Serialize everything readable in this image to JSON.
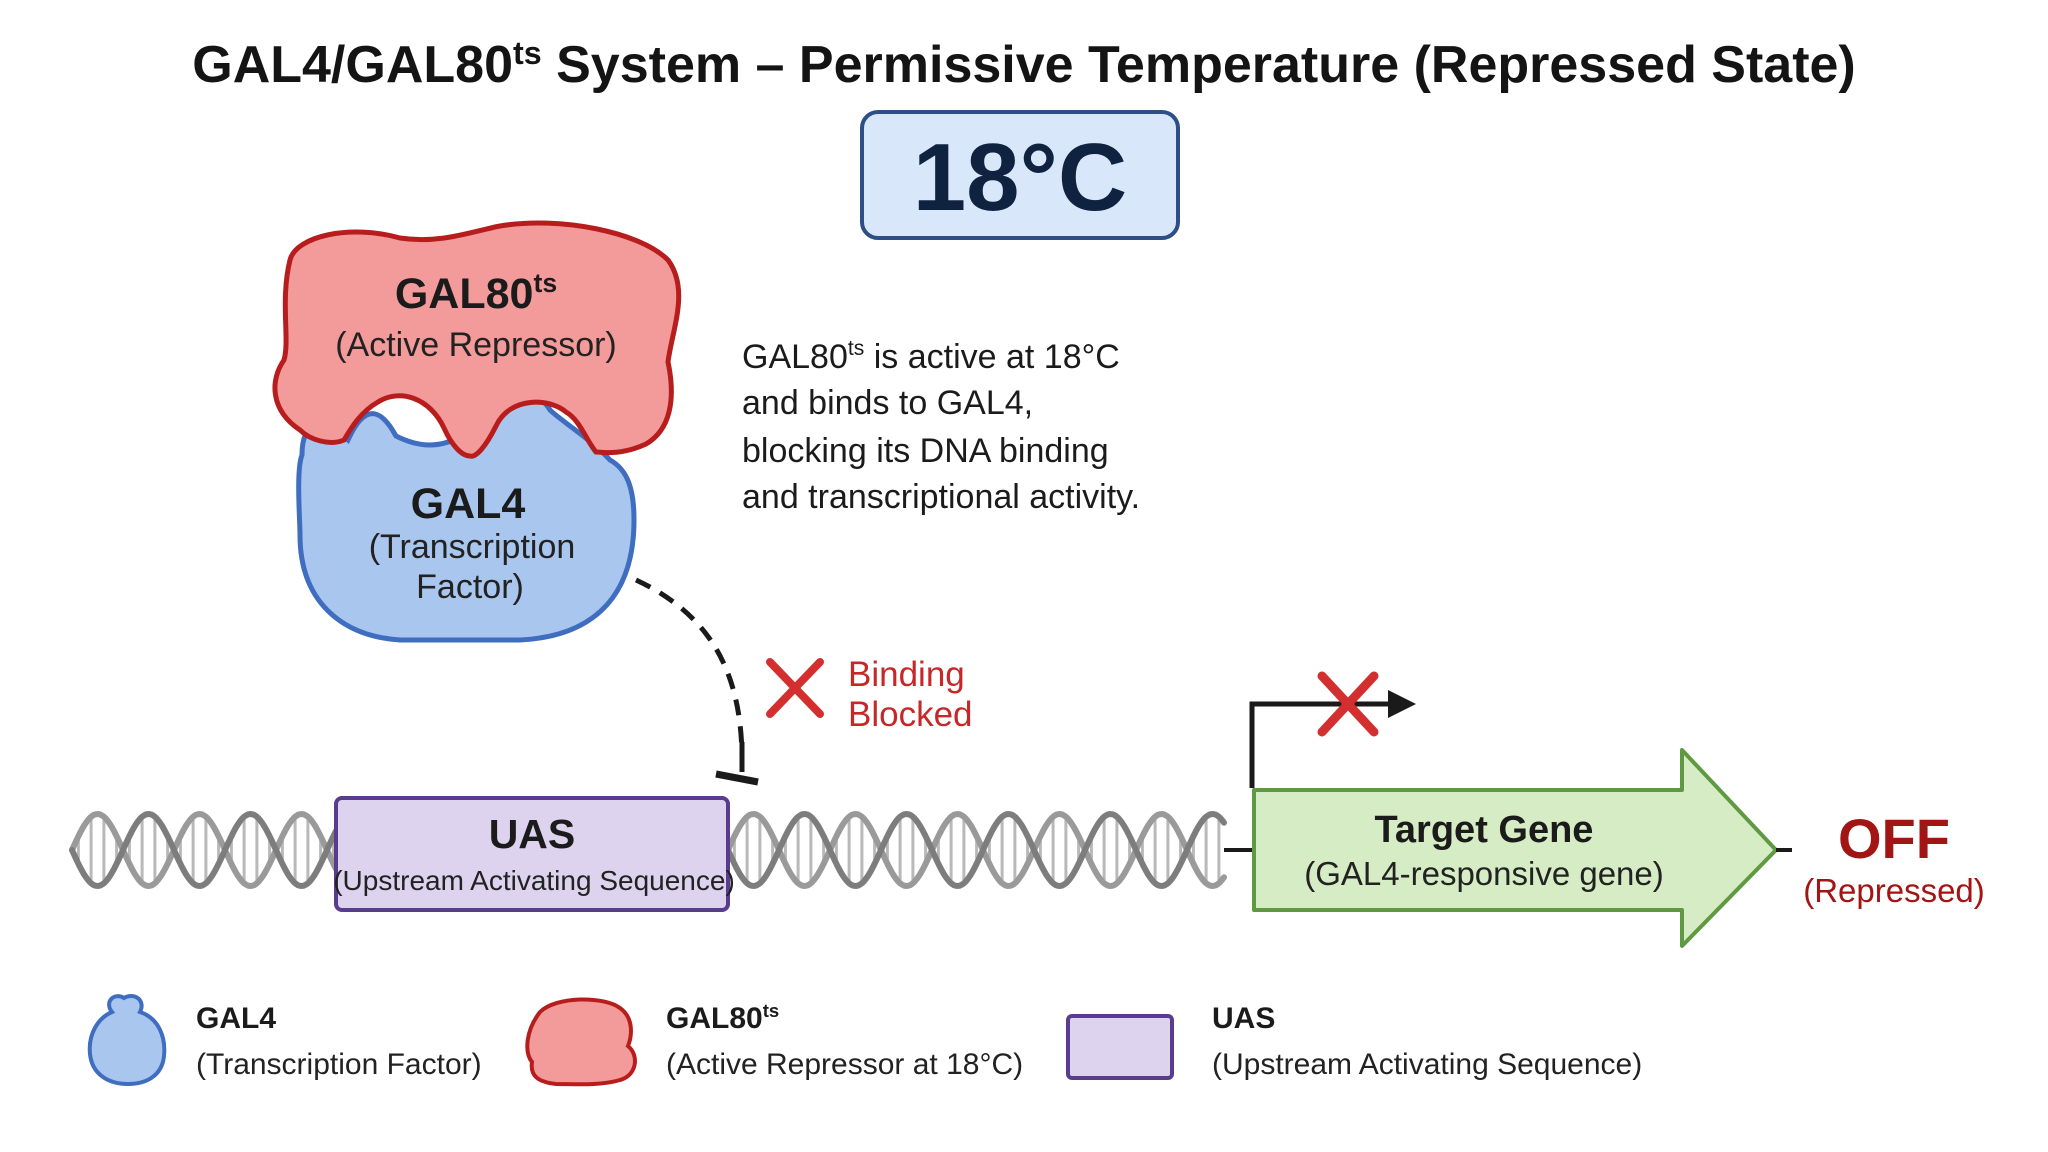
{
  "title": {
    "main": "GAL4/GAL80",
    "superscript": "ts",
    "rest": " System – Permissive Temperature (Repressed State)"
  },
  "temperature": "18°C",
  "gal80": {
    "name": "GAL80",
    "superscript": "ts",
    "role": "(Active Repressor)"
  },
  "gal4": {
    "name": "GAL4",
    "role_line1": "(Transcription",
    "role_line2": "Factor)"
  },
  "explanation": {
    "line1_start": "GAL80",
    "line1_sup": "ts",
    "line1_end": " is active at 18°C",
    "line2": "and binds to GAL4,",
    "line3": "blocking its DNA binding",
    "line4": "and transcriptional activity."
  },
  "binding_status": {
    "line1": "Binding",
    "line2": "Blocked"
  },
  "uas": {
    "name": "UAS",
    "full": "(Upstream Activating Sequence)"
  },
  "target_gene": {
    "name": "Target Gene",
    "description": "(GAL4-responsive gene)"
  },
  "output_state": {
    "label": "OFF",
    "sub": "(Repressed)"
  },
  "legend": [
    {
      "title": "GAL4",
      "superscript": "",
      "sub": "(Transcription Factor)"
    },
    {
      "title": "GAL80",
      "superscript": "ts",
      "sub": "(Active Repressor at 18°C)"
    },
    {
      "title": "UAS",
      "superscript": "",
      "sub": "(Upstream Activating Sequence)"
    }
  ],
  "colors": {
    "gal4_fill": "#a9c6ee",
    "gal4_stroke": "#3f6dbf",
    "gal80_fill": "#f39a9a",
    "gal80_stroke": "#b81d1d",
    "uas_fill": "#ddd3ef",
    "uas_stroke": "#5a3c8e",
    "gene_fill": "#d6ecc4",
    "gene_stroke": "#5f9a43",
    "temp_fill": "#d9e7fb",
    "temp_stroke": "#2d4f86",
    "blocked_red": "#d32f2f",
    "off_red": "#a31515"
  }
}
